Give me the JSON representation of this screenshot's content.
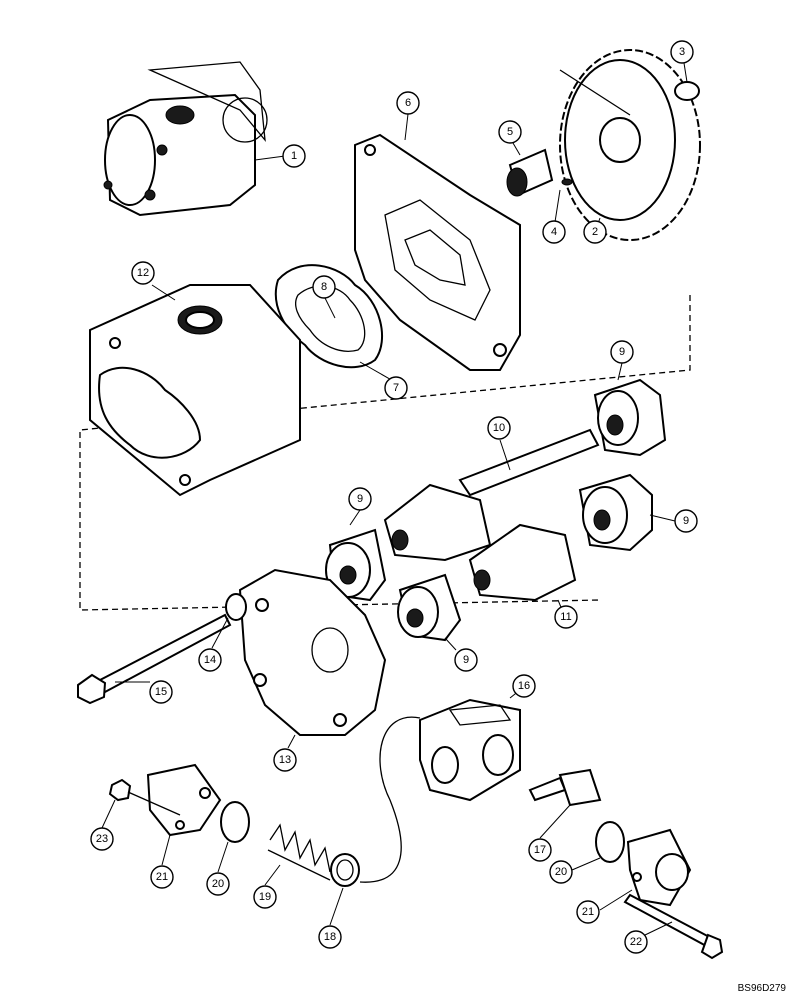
{
  "drawing_reference": "BS96D279",
  "callouts": [
    "1",
    "2",
    "3",
    "4",
    "5",
    "6",
    "7",
    "8",
    "9",
    "9",
    "9",
    "9",
    "10",
    "11",
    "12",
    "13",
    "14",
    "15",
    "16",
    "17",
    "18",
    "19",
    "20",
    "20",
    "21",
    "21",
    "22",
    "23"
  ]
}
